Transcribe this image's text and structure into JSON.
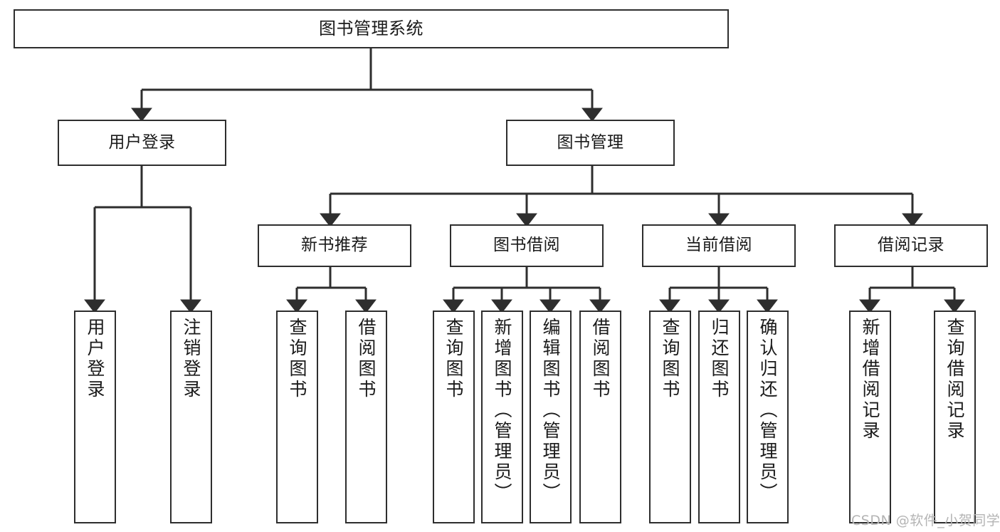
{
  "diagram": {
    "title": "图书管理系统",
    "type": "tree-hierarchy-chart",
    "colors": {
      "node_border": "#2e2e2e",
      "node_fill": "#ffffff",
      "edge": "#2e2e2e",
      "text": "#1a1a1a",
      "watermark": "#b4b4b4",
      "background": "#ffffff"
    },
    "root": {
      "id": "root",
      "label": "图书管理系统"
    },
    "level2": [
      {
        "id": "user-login",
        "label": "用户登录"
      },
      {
        "id": "book-manage",
        "label": "图书管理"
      }
    ],
    "level3": [
      {
        "id": "new-book-recommend",
        "label": "新书推荐",
        "parent": "book-manage"
      },
      {
        "id": "book-borrow",
        "label": "图书借阅",
        "parent": "book-manage"
      },
      {
        "id": "current-borrow",
        "label": "当前借阅",
        "parent": "book-manage"
      },
      {
        "id": "borrow-record",
        "label": "借阅记录",
        "parent": "book-manage"
      }
    ],
    "leaves": {
      "user-login": [
        {
          "id": "leaf-user-login",
          "label": "用户登录"
        },
        {
          "id": "leaf-logout",
          "label": "注销登录"
        }
      ],
      "new-book-recommend": [
        {
          "id": "leaf-query-book-1",
          "label": "查询图书"
        },
        {
          "id": "leaf-borrow-book-1",
          "label": "借阅图书"
        }
      ],
      "book-borrow": [
        {
          "id": "leaf-query-book-2",
          "label": "查询图书"
        },
        {
          "id": "leaf-add-book",
          "label": "新增图书（管理员）"
        },
        {
          "id": "leaf-edit-book",
          "label": "编辑图书（管理员）"
        },
        {
          "id": "leaf-borrow-book-2",
          "label": "借阅图书"
        }
      ],
      "current-borrow": [
        {
          "id": "leaf-query-book-3",
          "label": "查询图书"
        },
        {
          "id": "leaf-return-book",
          "label": "归还图书"
        },
        {
          "id": "leaf-confirm-return",
          "label": "确认归还（管理员）"
        }
      ],
      "borrow-record": [
        {
          "id": "leaf-add-record",
          "label": "新增借阅记录"
        },
        {
          "id": "leaf-query-record",
          "label": "查询借阅记录"
        }
      ]
    },
    "watermark": "CSDN @软件_小贺同学"
  }
}
